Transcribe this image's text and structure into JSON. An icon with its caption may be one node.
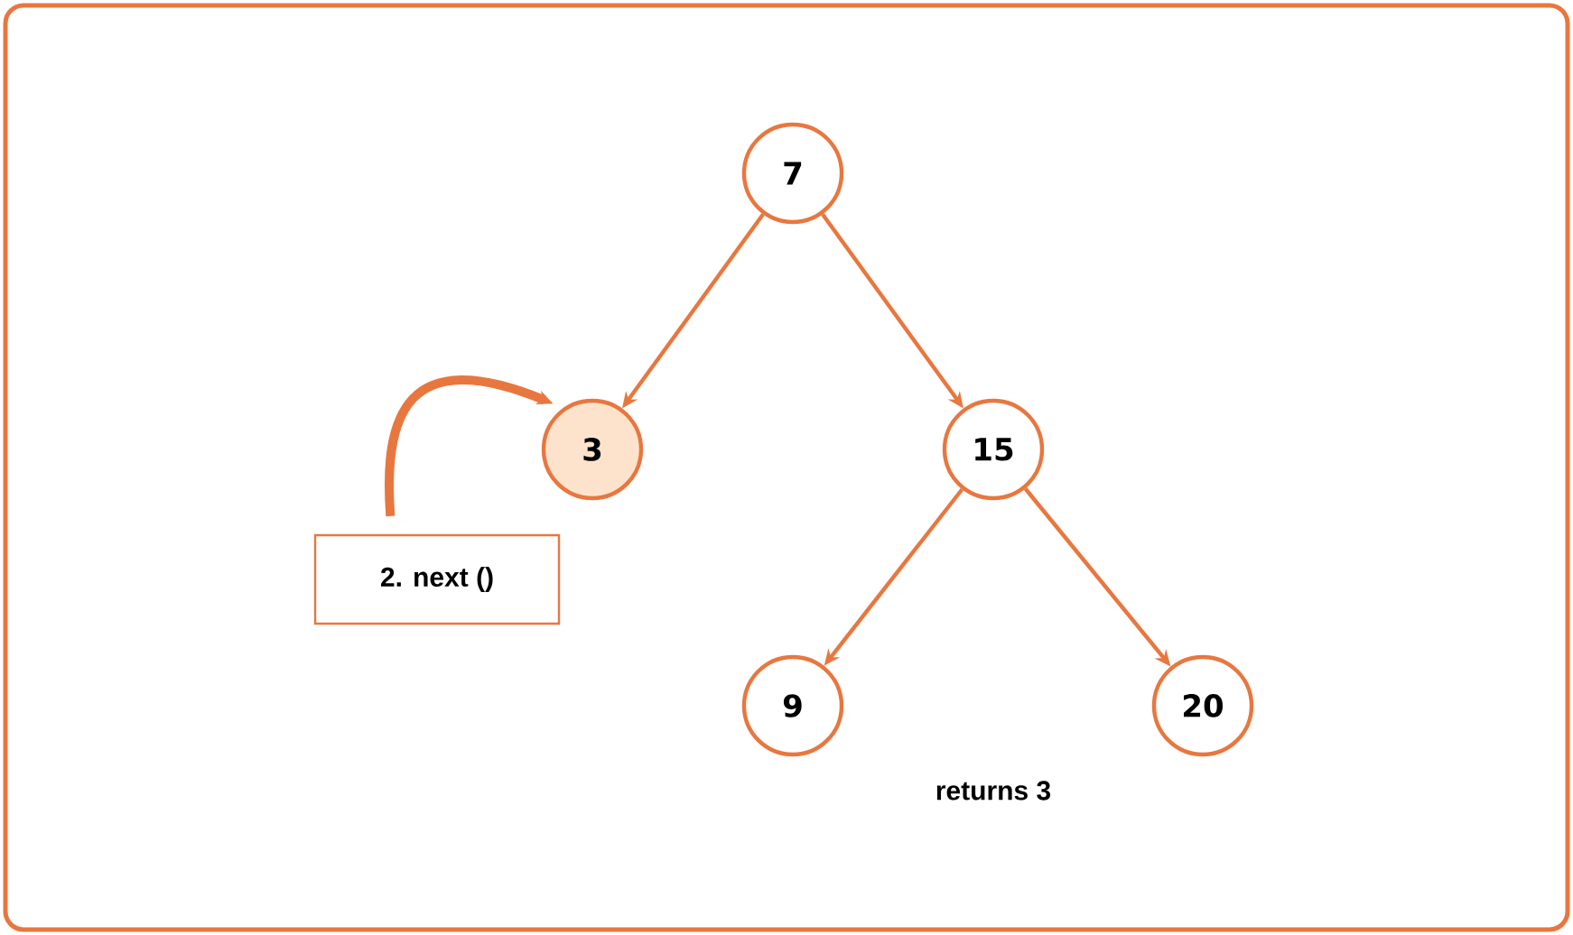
{
  "diagram": {
    "nodes": [
      {
        "text": [
          "7"
        ]
      },
      {
        "text": [
          "3"
        ]
      },
      {
        "text": [
          "15"
        ]
      },
      {
        "text": [
          "9"
        ]
      },
      {
        "text": [
          "20"
        ]
      },
      {
        "text": [
          "2. next ()"
        ]
      }
    ],
    "edges": [
      {
        "from": 0,
        "to": 1,
        "arrow": "to"
      },
      {
        "from": 0,
        "to": 2,
        "arrow": "to"
      },
      {
        "from": 2,
        "to": 3,
        "arrow": "to"
      },
      {
        "from": 2,
        "to": 4,
        "arrow": "to"
      },
      {
        "from": 5,
        "to": 1,
        "arrow": "to",
        "style": "thick"
      }
    ],
    "labels": [
      "returns 3"
    ]
  }
}
